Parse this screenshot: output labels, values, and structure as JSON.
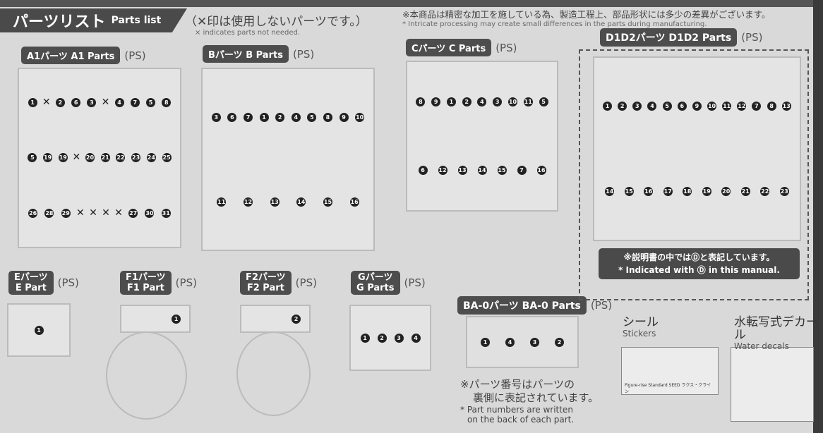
{
  "header": {
    "title_jp": "パーツリスト",
    "title_en": "Parts list"
  },
  "notes": {
    "unused_jp": "（✕印は使用しないパーツです。）",
    "unused_en": "× indicates parts not needed.",
    "precision_jp": "※本商品は精密な加工を施している為、製造工程上、部品形状には多少の差異がございます。",
    "precision_en": "* Intricate processing may create small differences in the parts during manufacturing."
  },
  "sections": {
    "a1": {
      "jp": "A1パーツ",
      "en": "A1 Parts",
      "material": "(PS)",
      "parts": [
        "1",
        "✕",
        "2",
        "6",
        "3",
        "✕",
        "4",
        "7",
        "5",
        "8",
        "5",
        "19",
        "19",
        "✕",
        "20",
        "21",
        "22",
        "23",
        "24",
        "25",
        "26",
        "28",
        "29",
        "✕",
        "✕",
        "✕",
        "✕",
        "27",
        "30",
        "31"
      ]
    },
    "b": {
      "jp": "Bパーツ",
      "en": "B Parts",
      "material": "(PS)",
      "parts": [
        "3",
        "6",
        "7",
        "1",
        "2",
        "4",
        "5",
        "8",
        "9",
        "10",
        "11",
        "12",
        "13",
        "14",
        "15",
        "16"
      ]
    },
    "c": {
      "jp": "Cパーツ",
      "en": "C Parts",
      "material": "(PS)",
      "parts": [
        "8",
        "9",
        "1",
        "2",
        "4",
        "3",
        "10",
        "11",
        "5",
        "6",
        "12",
        "13",
        "14",
        "15",
        "7",
        "16"
      ]
    },
    "d1d2": {
      "jp": "D1D2パーツ",
      "en": "D1D2 Parts",
      "material": "(PS)",
      "parts": [
        "1",
        "2",
        "3",
        "4",
        "5",
        "6",
        "9",
        "10",
        "11",
        "12",
        "7",
        "8",
        "13",
        "14",
        "15",
        "16",
        "17",
        "18",
        "19",
        "20",
        "21",
        "22",
        "23"
      ],
      "note_jp": "※説明書の中ではⒹと表記しています。",
      "note_en": "* Indicated with Ⓓ in this manual."
    },
    "e": {
      "jp": "Eパーツ",
      "en": "E Part",
      "material": "(PS)",
      "parts": [
        "1"
      ]
    },
    "f1": {
      "jp": "F1パーツ",
      "en": "F1 Part",
      "material": "(PS)",
      "parts": [
        "1"
      ]
    },
    "f2": {
      "jp": "F2パーツ",
      "en": "F2 Part",
      "material": "(PS)",
      "parts": [
        "2"
      ]
    },
    "g": {
      "jp": "Gパーツ",
      "en": "G Parts",
      "material": "(PS)",
      "parts": [
        "1",
        "2",
        "3",
        "4"
      ]
    },
    "ba0": {
      "jp": "BA-0パーツ",
      "en": "BA-0 Parts",
      "material": "(PS)",
      "parts": [
        "1",
        "4",
        "3",
        "2"
      ]
    }
  },
  "part_number_note": {
    "jp_line1": "※パーツ番号はパーツの",
    "jp_line2": "裏側に表記されています。",
    "en_line1": "* Part numbers are written",
    "en_line2": "on the back of each part."
  },
  "stickers": {
    "jp": "シール",
    "en": "Stickers",
    "sheet_text": "Figure-rise Standard SEED ラクス・クライン"
  },
  "decals": {
    "jp": "水転写式デカール",
    "en": "Water decals"
  }
}
